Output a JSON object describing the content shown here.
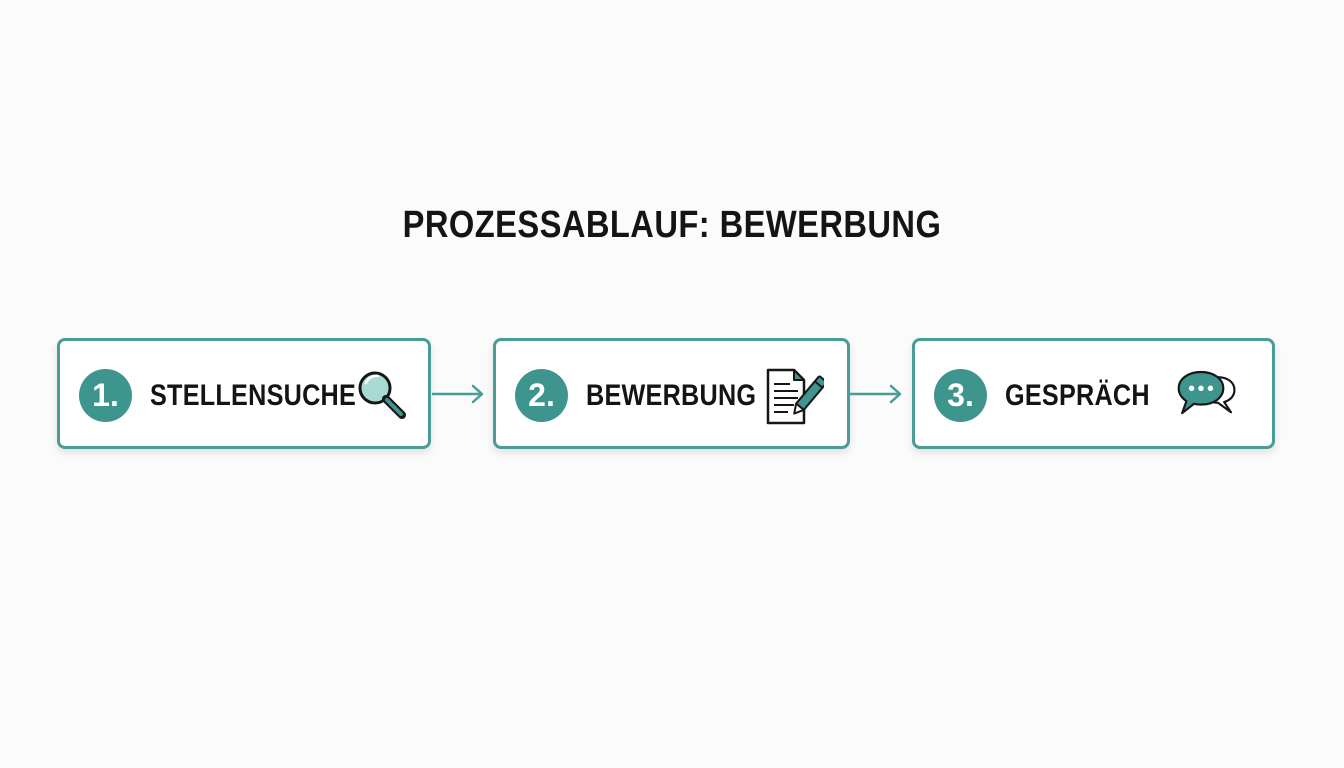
{
  "diagram": {
    "title": "PROZESSABLAUF: BEWERBUNG",
    "steps": [
      {
        "number": "1.",
        "label": "STELLENSUCHE",
        "icon": "magnifying-glass-icon"
      },
      {
        "number": "2.",
        "label": "BEWERBUNG",
        "icon": "document-pen-icon"
      },
      {
        "number": "3.",
        "label": "GESPRÄCH",
        "icon": "speech-bubbles-icon"
      }
    ],
    "colors": {
      "accent": "#3e958e",
      "border": "#4a9c96",
      "text": "#141414",
      "background": "#fafbfa"
    }
  }
}
